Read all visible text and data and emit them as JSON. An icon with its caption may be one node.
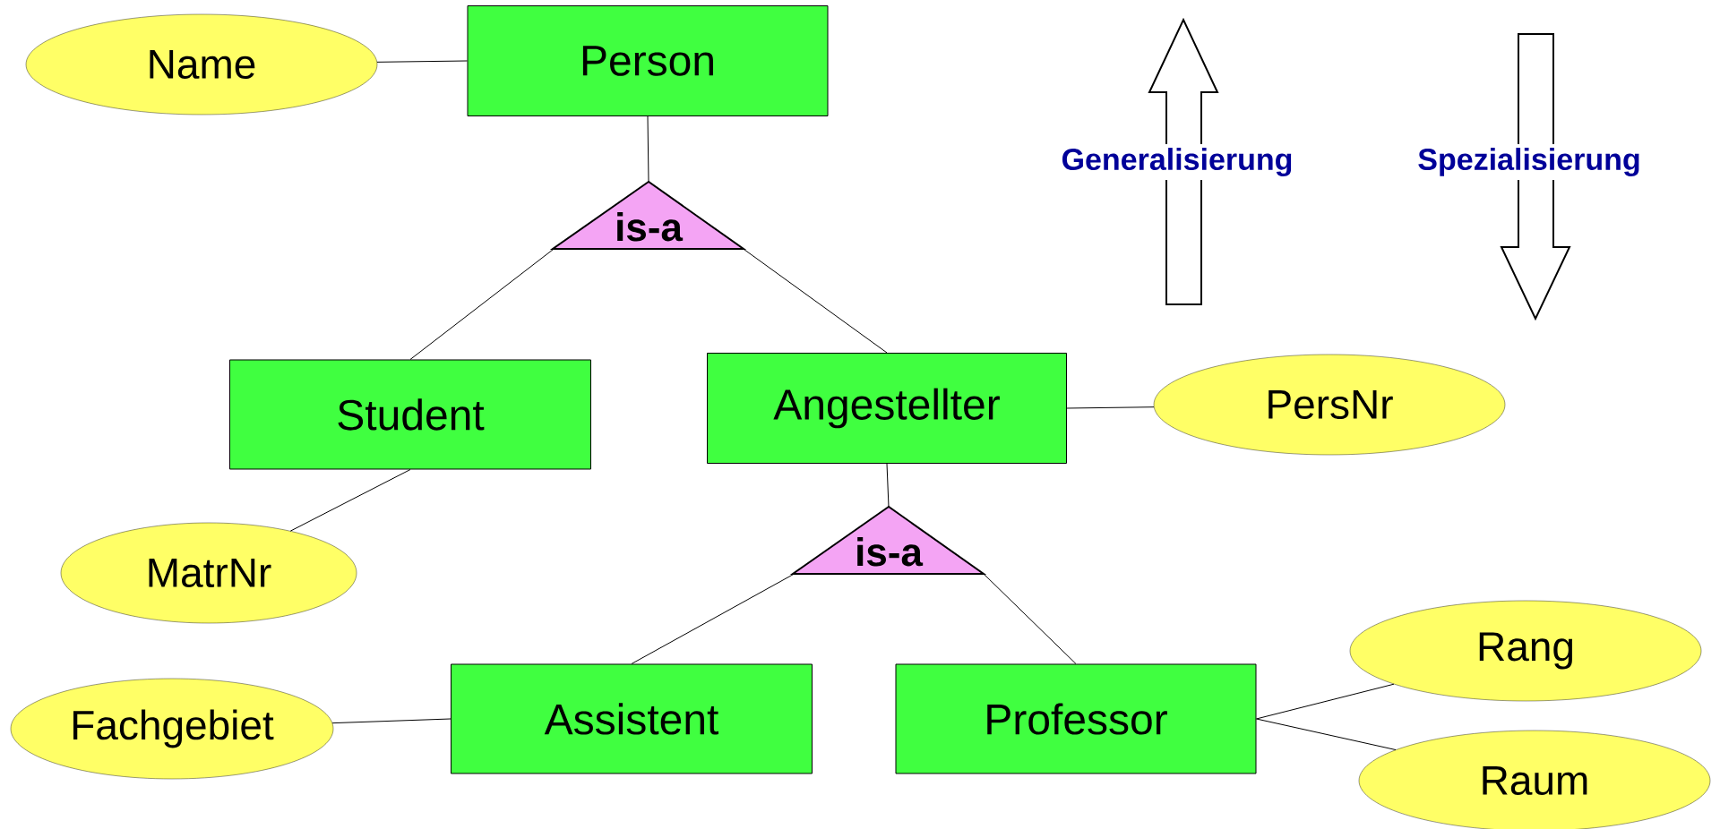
{
  "diagram": {
    "nodes": [
      {
        "text": [
          "Name"
        ]
      },
      {
        "text": [
          "Person"
        ]
      },
      {
        "text": [
          "is-a"
        ]
      },
      {
        "text": [
          "Student"
        ]
      },
      {
        "text": [
          "Angestellter"
        ]
      },
      {
        "text": [
          "PersNr"
        ]
      },
      {
        "text": [
          "MatrNr"
        ]
      },
      {
        "text": [
          "is-a"
        ]
      },
      {
        "text": [
          "Fachgebiet"
        ]
      },
      {
        "text": [
          "Assistent"
        ]
      },
      {
        "text": [
          "Professor"
        ]
      },
      {
        "text": [
          "Rang"
        ]
      },
      {
        "text": [
          "Raum"
        ]
      }
    ],
    "edges": [
      {
        "from": 0,
        "to": 1,
        "arrow": "none"
      },
      {
        "from": 1,
        "to": 2,
        "arrow": "none"
      },
      {
        "from": 2,
        "to": 3,
        "arrow": "none"
      },
      {
        "from": 2,
        "to": 4,
        "arrow": "none"
      },
      {
        "from": 4,
        "to": 5,
        "arrow": "none"
      },
      {
        "from": 3,
        "to": 6,
        "arrow": "none"
      },
      {
        "from": 4,
        "to": 7,
        "arrow": "none"
      },
      {
        "from": 7,
        "to": 9,
        "arrow": "none"
      },
      {
        "from": 7,
        "to": 10,
        "arrow": "none"
      },
      {
        "from": 8,
        "to": 9,
        "arrow": "none"
      },
      {
        "from": 10,
        "to": 11,
        "arrow": "none"
      },
      {
        "from": 10,
        "to": 12,
        "arrow": "none"
      }
    ],
    "labels": [
      "Generalisierung",
      "Spezialisierung"
    ]
  }
}
